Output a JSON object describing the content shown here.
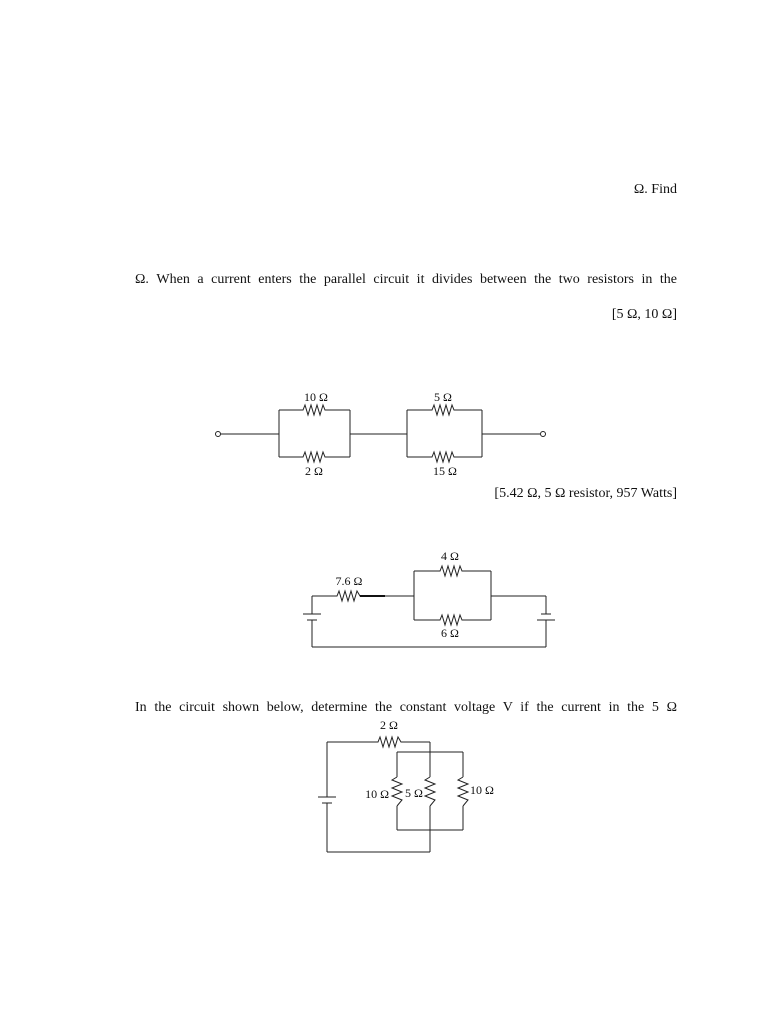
{
  "text": {
    "line1": "Ω.  Find",
    "line2": "Ω.  When a current enters the parallel circuit it divides between the two resistors in the",
    "answer1": "[5 Ω, 10 Ω]",
    "answer2": "[5.42 Ω, 5 Ω resistor, 957 Watts]",
    "line3": "In the circuit shown below, determine the constant voltage V if the current in the 5 Ω"
  },
  "circuit1": {
    "r_top_left": "10 Ω",
    "r_bottom_left": "2 Ω",
    "r_top_right": "5 Ω",
    "r_bottom_right": "15 Ω"
  },
  "circuit2": {
    "r_series": "7.6 Ω",
    "r_top": "4 Ω",
    "r_bottom": "6 Ω"
  },
  "circuit3": {
    "r_top": "2 Ω",
    "r_left": "10 Ω",
    "r_mid": "5 Ω",
    "r_right": "10 Ω"
  }
}
